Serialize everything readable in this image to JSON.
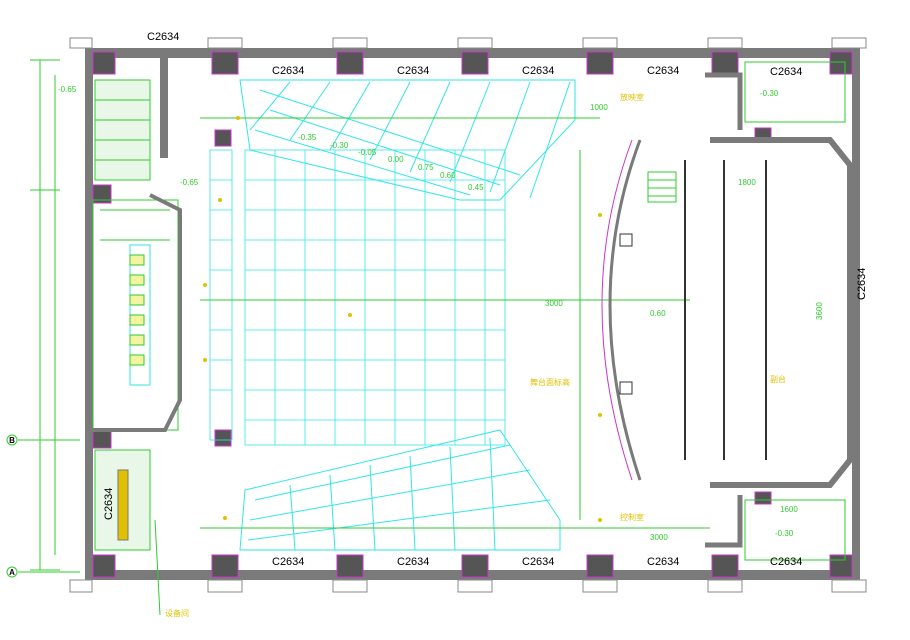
{
  "window_labels": [
    "C2634",
    "C2634",
    "C2634",
    "C2634",
    "C2634",
    "C2634",
    "C2634",
    "C2634",
    "C2634",
    "C2634",
    "C2634",
    "C2634",
    "C2634"
  ],
  "grid_axes": [
    "B",
    "A"
  ],
  "level_marks": [
    "-0.65",
    "-0.65",
    "-0.30",
    "-0.35",
    "-0.30",
    "-0.05",
    "0.00",
    "0.75",
    "0.60",
    "0.45",
    "0.60",
    "-0.30"
  ],
  "dimension_labels": [
    "1000",
    "3000",
    "3000",
    "1800",
    "3600",
    "1600"
  ],
  "annotations": [
    "舞台面标高",
    "副台",
    "放映室",
    "控制室",
    "设备间"
  ],
  "colors": {
    "wall": "#7a7a7a",
    "seat": "#33e6e6",
    "dimension": "#2ecc2e",
    "annotation": "#e0c000",
    "accent": "#cc33cc"
  }
}
